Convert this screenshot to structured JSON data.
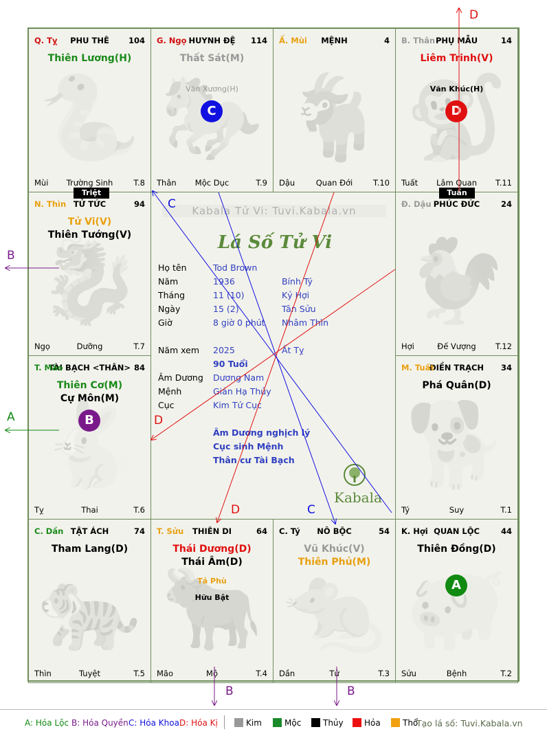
{
  "cells": [
    {
      "id": "ty",
      "can": "Q. Tỵ",
      "can_color": "#d01010",
      "palace": "PHU THÊ",
      "num": "104",
      "stars": [
        {
          "t": "Thiên Lương(H)",
          "c": "#1a8a1a"
        }
      ],
      "subs": [],
      "bl": "Mùi",
      "bc": "Trường Sinh",
      "br": "T.8",
      "glyph": "🐍"
    },
    {
      "id": "ngo",
      "can": "G. Ngọ",
      "can_color": "#d01010",
      "palace": "HUYNH ĐỆ",
      "num": "114",
      "stars": [
        {
          "t": "Thất Sát(M)",
          "c": "#999999"
        }
      ],
      "subs": [
        {
          "t": "Văn Xương(H)",
          "c": "#999999"
        }
      ],
      "bl": "Thân",
      "bc": "Mộc Dục",
      "br": "T.9",
      "glyph": "🐎"
    },
    {
      "id": "mui",
      "can": "Ấ. Mùi",
      "can_color": "#e8a010",
      "palace": "MỆNH",
      "num": "4",
      "stars": [],
      "subs": [],
      "bl": "Dậu",
      "bc": "Quan Đới",
      "br": "T.10",
      "glyph": "🐐"
    },
    {
      "id": "than",
      "can": "B. Thân",
      "can_color": "#999999",
      "palace": "PHỤ MẪU",
      "num": "14",
      "stars": [
        {
          "t": "Liêm Trinh(V)",
          "c": "#e01010"
        }
      ],
      "subs": [
        {
          "t": "Văn Khúc(H)",
          "c": "#000000"
        }
      ],
      "bl": "Tuất",
      "bc": "Lâm Quan",
      "br": "T.11",
      "glyph": "🐒"
    },
    {
      "id": "thin",
      "can": "N. Thìn",
      "can_color": "#e8a010",
      "palace": "TỬ TỨC",
      "num": "94",
      "stars": [
        {
          "t": "Tử Vi(V)",
          "c": "#e8a010"
        },
        {
          "t": "Thiên Tướng(V)",
          "c": "#000000"
        }
      ],
      "subs": [],
      "bl": "Ngọ",
      "bc": "Dưỡng",
      "br": "T.7",
      "glyph": "🐉"
    },
    {
      "id": "dau",
      "can": "Đ. Dậu",
      "can_color": "#999999",
      "palace": "PHÚC ĐỨC",
      "num": "24",
      "stars": [],
      "subs": [],
      "bl": "Hợi",
      "bc": "Đế Vượng",
      "br": "T.12",
      "glyph": "🐓"
    },
    {
      "id": "mao",
      "can": "T. Mão",
      "can_color": "#1a8a1a",
      "palace": "TÀI BẠCH <THÂN>",
      "num": "84",
      "stars": [
        {
          "t": "Thiên Cơ(M)",
          "c": "#1a8a1a"
        },
        {
          "t": "Cự Môn(M)",
          "c": "#000000"
        }
      ],
      "subs": [],
      "bl": "Tỵ",
      "bc": "Thai",
      "br": "T.6",
      "glyph": "🐇"
    },
    {
      "id": "tuat",
      "can": "M. Tuất",
      "can_color": "#e8a010",
      "palace": "ĐIỀN TRẠCH",
      "num": "34",
      "stars": [
        {
          "t": "Phá Quân(D)",
          "c": "#000000"
        }
      ],
      "subs": [],
      "bl": "Tý",
      "bc": "Suy",
      "br": "T.1",
      "glyph": "🐕"
    },
    {
      "id": "dan",
      "can": "C. Dần",
      "can_color": "#1a8a1a",
      "palace": "TẬT ÁCH",
      "num": "74",
      "stars": [
        {
          "t": "Tham Lang(D)",
          "c": "#000000"
        }
      ],
      "subs": [],
      "bl": "Thìn",
      "bc": "Tuyệt",
      "br": "T.5",
      "glyph": "🐅"
    },
    {
      "id": "suu",
      "can": "T. Sửu",
      "can_color": "#e8a010",
      "palace": "THIÊN DI",
      "num": "64",
      "stars": [
        {
          "t": "Thái Dương(D)",
          "c": "#e01010"
        },
        {
          "t": "Thái Âm(D)",
          "c": "#000000"
        }
      ],
      "subs": [
        {
          "t": "Tả Phù",
          "c": "#e8a010"
        },
        {
          "t": "Hữu Bật",
          "c": "#000000"
        }
      ],
      "bl": "Mão",
      "bc": "Mộ",
      "br": "T.4",
      "glyph": "🐂"
    },
    {
      "id": "tyy",
      "can": "C. Tý",
      "can_color": "#000000",
      "palace": "NÔ BỘC",
      "num": "54",
      "stars": [
        {
          "t": "Vũ Khúc(V)",
          "c": "#999999"
        },
        {
          "t": "Thiên Phủ(M)",
          "c": "#e8a010"
        }
      ],
      "subs": [],
      "bl": "Dần",
      "bc": "Tử",
      "br": "T.3",
      "glyph": "🐀"
    },
    {
      "id": "hoi",
      "can": "K. Hợi",
      "can_color": "#000000",
      "palace": "QUAN LỘC",
      "num": "44",
      "stars": [
        {
          "t": "Thiên Đồng(D)",
          "c": "#000000"
        }
      ],
      "subs": [],
      "bl": "Sửu",
      "bc": "Bệnh",
      "br": "T.2",
      "glyph": "🐖"
    }
  ],
  "tags": {
    "triet": "Triệt",
    "tuan": "Tuần"
  },
  "markers": [
    {
      "cell": "ngo",
      "label": "C",
      "color": "#1010e0"
    },
    {
      "cell": "than",
      "label": "D",
      "color": "#e01010"
    },
    {
      "cell": "mao",
      "label": "B",
      "color": "#7a1a8a"
    },
    {
      "cell": "hoi",
      "label": "A",
      "color": "#108a10"
    }
  ],
  "center": {
    "brand": "Kabala Tử Vi: Tuvi.Kabala.vn",
    "script": "Lá Số Tử Vi",
    "rows": [
      {
        "k": "Họ tên",
        "v": "Tod Brown",
        "v2": ""
      },
      {
        "k": "Năm",
        "v": "1936",
        "v2": "Bính Tý"
      },
      {
        "k": "Tháng",
        "v": "11 (10)",
        "v2": "Kỷ Hợi"
      },
      {
        "k": "Ngày",
        "v": "15  (2)",
        "v2": "Tân Sửu"
      },
      {
        "k": "Giờ",
        "v": "8 giờ 0 phút",
        "v2": "Nhâm Thìn"
      },
      {
        "k": "Năm xem",
        "v": "2025",
        "v2": "Ất Tỵ"
      },
      {
        "k": "",
        "v": "90 Tuổi",
        "v2": ""
      },
      {
        "k": "Âm Dương",
        "v": "Dương Nam",
        "v2": ""
      },
      {
        "k": "Mệnh",
        "v": "Giản Hạ Thủy",
        "v2": ""
      },
      {
        "k": "Cục",
        "v": "Kim Tứ Cục",
        "v2": ""
      }
    ],
    "notes": [
      "Âm Dương nghịch lý",
      "Cục sinh Mệnh",
      "Thân cư Tài Bạch"
    ],
    "logo": "Kabala"
  },
  "arrow_labels": {
    "top": "D",
    "left_b": "B",
    "left_a": "A",
    "inner_d1": "D",
    "inner_d2": "D",
    "inner_c1": "C",
    "inner_c2": "C",
    "bottom_b1": "B",
    "bottom_b2": "B"
  },
  "legend": {
    "a": "A: Hóa Lộc",
    "b": "B: Hóa Quyền",
    "c": "C: Hóa Khoa",
    "d": "D: Hóa Kị",
    "elements": [
      {
        "name": "Kim",
        "color": "#999999"
      },
      {
        "name": "Mộc",
        "color": "#1a8a2a"
      },
      {
        "name": "Thủy",
        "color": "#000000"
      },
      {
        "name": "Hỏa",
        "color": "#ee1010"
      },
      {
        "name": "Thổ",
        "color": "#f0a010"
      }
    ],
    "site": "Tạo lá số: Tuvi.Kabala.vn"
  }
}
